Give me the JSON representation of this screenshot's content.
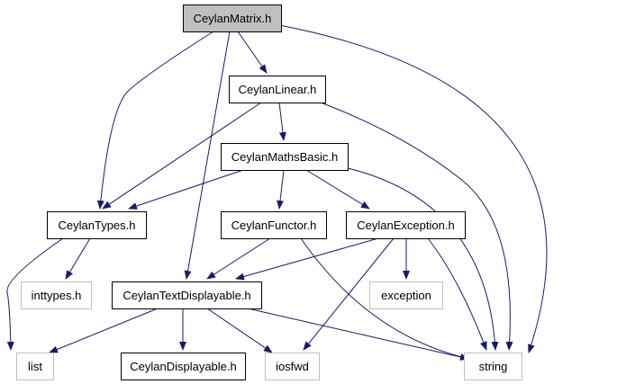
{
  "diagram": {
    "nodes": [
      {
        "id": "matrix",
        "label": "CeylanMatrix.h",
        "style": "current"
      },
      {
        "id": "linear",
        "label": "CeylanLinear.h",
        "style": "normal"
      },
      {
        "id": "mathsbasic",
        "label": "CeylanMathsBasic.h",
        "style": "normal"
      },
      {
        "id": "types",
        "label": "CeylanTypes.h",
        "style": "normal"
      },
      {
        "id": "functor",
        "label": "CeylanFunctor.h",
        "style": "normal"
      },
      {
        "id": "exception",
        "label": "CeylanException.h",
        "style": "normal"
      },
      {
        "id": "inttypes",
        "label": "inttypes.h",
        "style": "external"
      },
      {
        "id": "textdisplayable",
        "label": "CeylanTextDisplayable.h",
        "style": "normal"
      },
      {
        "id": "stdexception",
        "label": "exception",
        "style": "external"
      },
      {
        "id": "list",
        "label": "list",
        "style": "external"
      },
      {
        "id": "displayable",
        "label": "CeylanDisplayable.h",
        "style": "normal"
      },
      {
        "id": "iosfwd",
        "label": "iosfwd",
        "style": "external"
      },
      {
        "id": "string",
        "label": "string",
        "style": "external"
      }
    ],
    "edges": [
      {
        "from": "matrix",
        "to": "linear"
      },
      {
        "from": "matrix",
        "to": "types"
      },
      {
        "from": "matrix",
        "to": "textdisplayable"
      },
      {
        "from": "matrix",
        "to": "string"
      },
      {
        "from": "linear",
        "to": "mathsbasic"
      },
      {
        "from": "linear",
        "to": "types"
      },
      {
        "from": "linear",
        "to": "string"
      },
      {
        "from": "mathsbasic",
        "to": "types"
      },
      {
        "from": "mathsbasic",
        "to": "functor"
      },
      {
        "from": "mathsbasic",
        "to": "exception"
      },
      {
        "from": "mathsbasic",
        "to": "string"
      },
      {
        "from": "types",
        "to": "inttypes"
      },
      {
        "from": "types",
        "to": "list"
      },
      {
        "from": "functor",
        "to": "textdisplayable"
      },
      {
        "from": "functor",
        "to": "string"
      },
      {
        "from": "exception",
        "to": "textdisplayable"
      },
      {
        "from": "exception",
        "to": "stdexception"
      },
      {
        "from": "exception",
        "to": "iosfwd"
      },
      {
        "from": "exception",
        "to": "string"
      },
      {
        "from": "textdisplayable",
        "to": "list"
      },
      {
        "from": "textdisplayable",
        "to": "displayable"
      },
      {
        "from": "textdisplayable",
        "to": "iosfwd"
      },
      {
        "from": "textdisplayable",
        "to": "string"
      }
    ],
    "colors": {
      "edge": "#191970",
      "current_fill": "#bfbfbf",
      "node_fill": "#ffffff",
      "node_border": "#000000",
      "external_border": "#bfbfbf",
      "text": "#000000"
    }
  }
}
